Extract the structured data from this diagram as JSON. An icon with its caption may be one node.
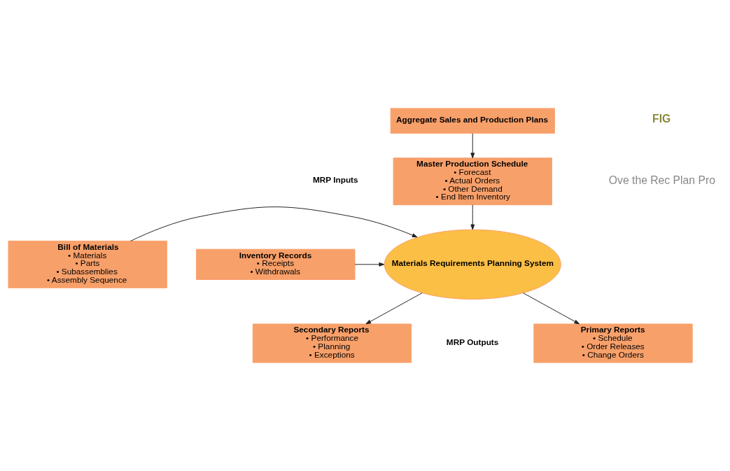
{
  "diagram": {
    "nodes": [
      {
        "text": [
          "Aggregate Sales and Production Plans"
        ]
      },
      {
        "text": [
          "Master Production Schedule",
          "• Forecast",
          "• Actual Orders",
          "• Other Demand",
          "• End Item Inventory"
        ]
      },
      {
        "text": [
          "Bill of Materials",
          "• Materials",
          "• Parts",
          "• Subassemblies",
          "• Assembly Sequence"
        ]
      },
      {
        "text": [
          "Materials Requirements Planning System"
        ]
      },
      {
        "text": [
          "Inventory Records",
          "• Receipts",
          "• Withdrawals"
        ]
      },
      {
        "text": [
          "Primary Reports",
          "• Schedule",
          "• Order Releases",
          "• Change Orders"
        ]
      },
      {
        "text": [
          "Secondary Reports",
          "• Performance",
          "• Planning",
          "• Exceptions"
        ]
      }
    ],
    "edges": [
      {
        "from": 0,
        "to": 1,
        "arrow": "to"
      },
      {
        "from": 1,
        "to": 3,
        "arrow": "to"
      },
      {
        "from": 2,
        "to": 3,
        "arrow": "to"
      },
      {
        "from": 4,
        "to": 3,
        "arrow": "to"
      },
      {
        "from": 3,
        "to": 5,
        "arrow": "to"
      },
      {
        "from": 3,
        "to": 6,
        "arrow": "to"
      }
    ],
    "labels": [
      "FIG",
      "Ove the Rec Plan Pro",
      "MRP Inputs",
      "MRP Outputs"
    ]
  }
}
